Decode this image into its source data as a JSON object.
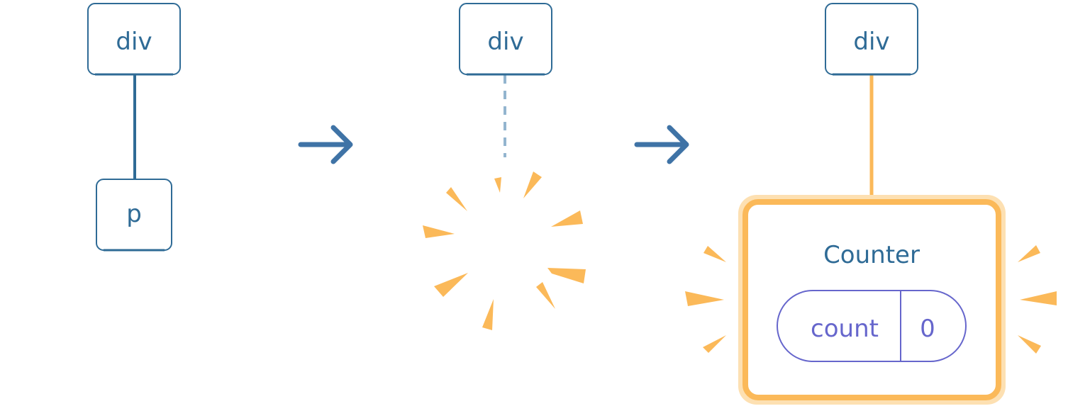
{
  "panels": [
    {
      "root": {
        "label": "div"
      },
      "child": {
        "label": "p"
      }
    },
    {
      "root": {
        "label": "div"
      }
    },
    {
      "root": {
        "label": "div"
      },
      "child": {
        "label": "Counter",
        "state": {
          "name": "count",
          "value": "0"
        }
      }
    }
  ],
  "colors": {
    "node_border": "#2f6b96",
    "node_text": "#2f6b96",
    "arrow": "#3f73a6",
    "dashed_edge": "#93b5cf",
    "highlight": "#fbb959",
    "highlight_glow": "#fde0b2",
    "state_pill": "#6666cc"
  },
  "icons": {
    "transition_arrow": "right-arrow-icon",
    "burst": "sparkle-burst-icon"
  }
}
